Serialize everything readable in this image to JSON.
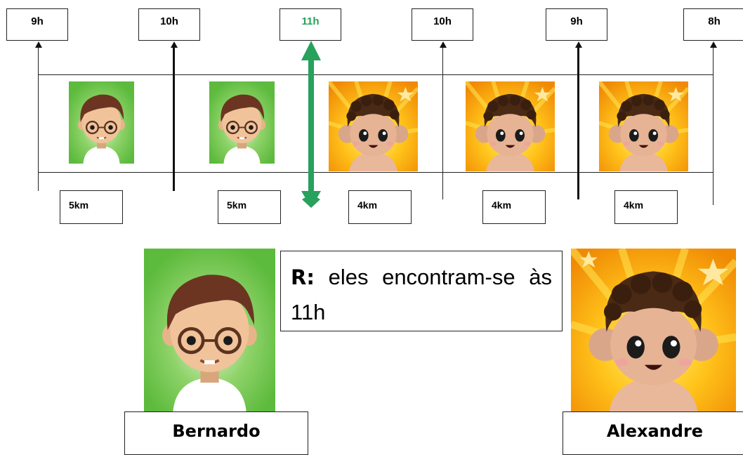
{
  "hours": [
    {
      "label": "9h",
      "highlight": false
    },
    {
      "label": "10h",
      "highlight": false
    },
    {
      "label": "11h",
      "highlight": true
    },
    {
      "label": "10h",
      "highlight": false
    },
    {
      "label": "9h",
      "highlight": false
    },
    {
      "label": "8h",
      "highlight": false
    }
  ],
  "distances": [
    "5km",
    "5km",
    "4km",
    "4km",
    "4km"
  ],
  "segments": [
    {
      "character": "Bernardo"
    },
    {
      "character": "Bernardo"
    },
    {
      "character": "Alexandre"
    },
    {
      "character": "Alexandre"
    },
    {
      "character": "Alexandre"
    }
  ],
  "answer": {
    "label": "R:",
    "text": "eles encontram-se às 11h"
  },
  "characters": {
    "left_name": "Bernardo",
    "right_name": "Alexandre"
  },
  "colors": {
    "meeting_marker": "#27a15c",
    "bernardo_bg": "#5cba3c",
    "alexandre_bg": "#f7a40b"
  },
  "icons": {
    "bernardo": "boy-with-glasses-avatar",
    "alexandre": "curly-hair-baby-avatar",
    "meeting": "double-arrow-icon"
  }
}
